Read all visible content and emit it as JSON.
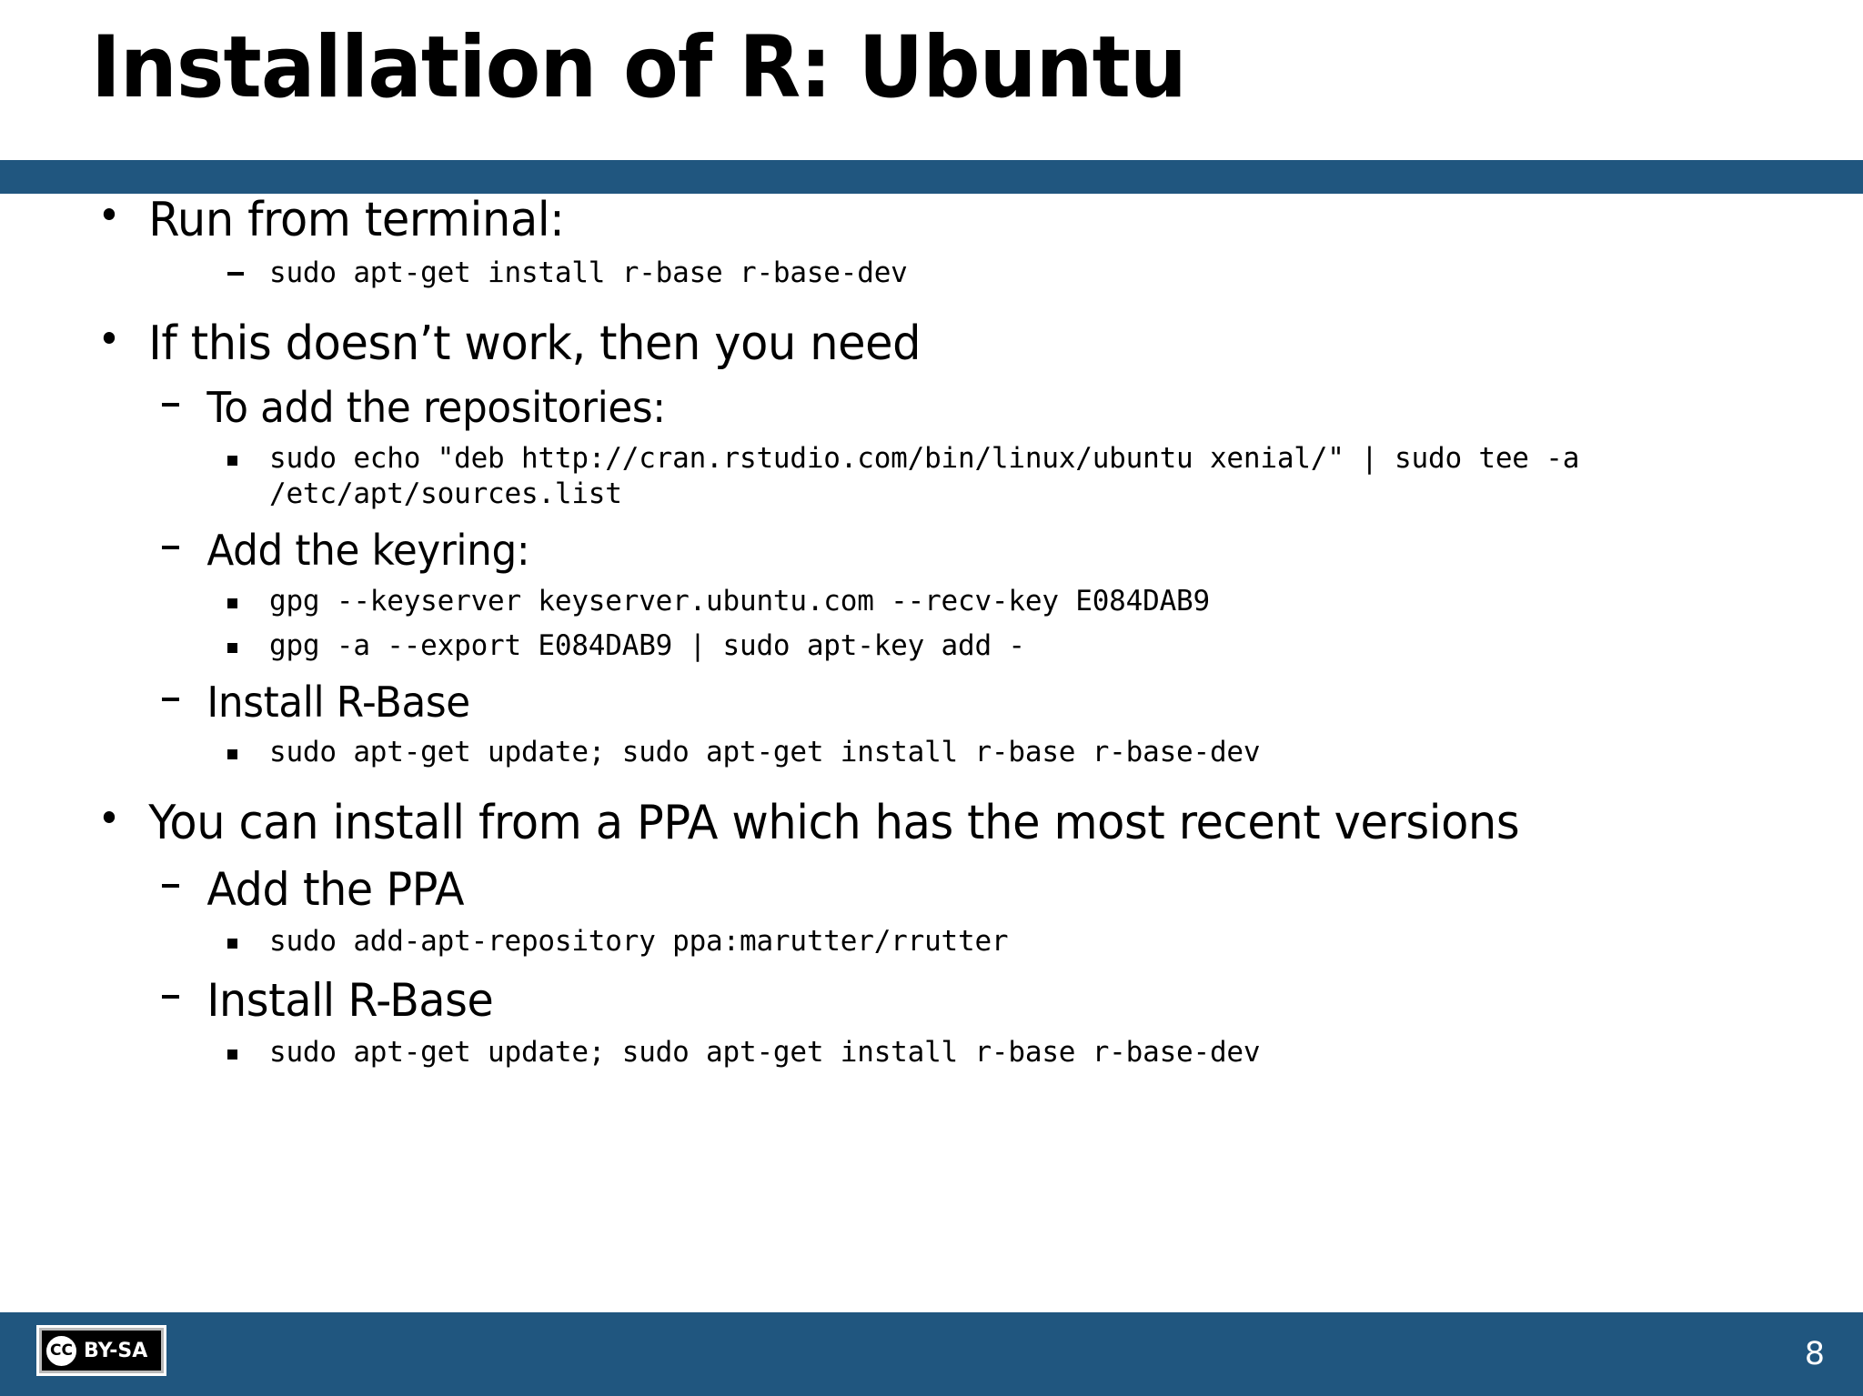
{
  "slide": {
    "title": "Installation of R: Ubuntu",
    "page_number": "8",
    "accent_color": "#20567f",
    "background_color": "#ffffff",
    "text_color": "#000000"
  },
  "footer": {
    "license_badge": {
      "cc_mark": "CC",
      "license_label": "BY-SA"
    }
  },
  "content": {
    "b1": "Run from terminal:",
    "b1_code1": "sudo apt-get install r-base r-base-dev",
    "b2": "If this doesn’t work, then you need",
    "b2_s1": "To add the repositories:",
    "b2_s1_code1": "sudo echo \"deb http://cran.rstudio.com/bin/linux/ubuntu xenial/\" | sudo tee -a /etc/apt/sources.list",
    "b2_s2": "Add the keyring:",
    "b2_s2_code1": "gpg --keyserver keyserver.ubuntu.com --recv-key E084DAB9",
    "b2_s2_code2": "gpg -a --export E084DAB9 | sudo apt-key add -",
    "b2_s3": "Install R-Base",
    "b2_s3_code1": "sudo apt-get update; sudo apt-get install r-base r-base-dev",
    "b3": "You can install from a PPA which has the most recent versions",
    "b3_s1": "Add the PPA",
    "b3_s1_code1": "sudo add-apt-repository ppa:marutter/rrutter",
    "b3_s2": "Install R-Base",
    "b3_s2_code1": "sudo apt-get update; sudo apt-get install r-base r-base-dev"
  }
}
